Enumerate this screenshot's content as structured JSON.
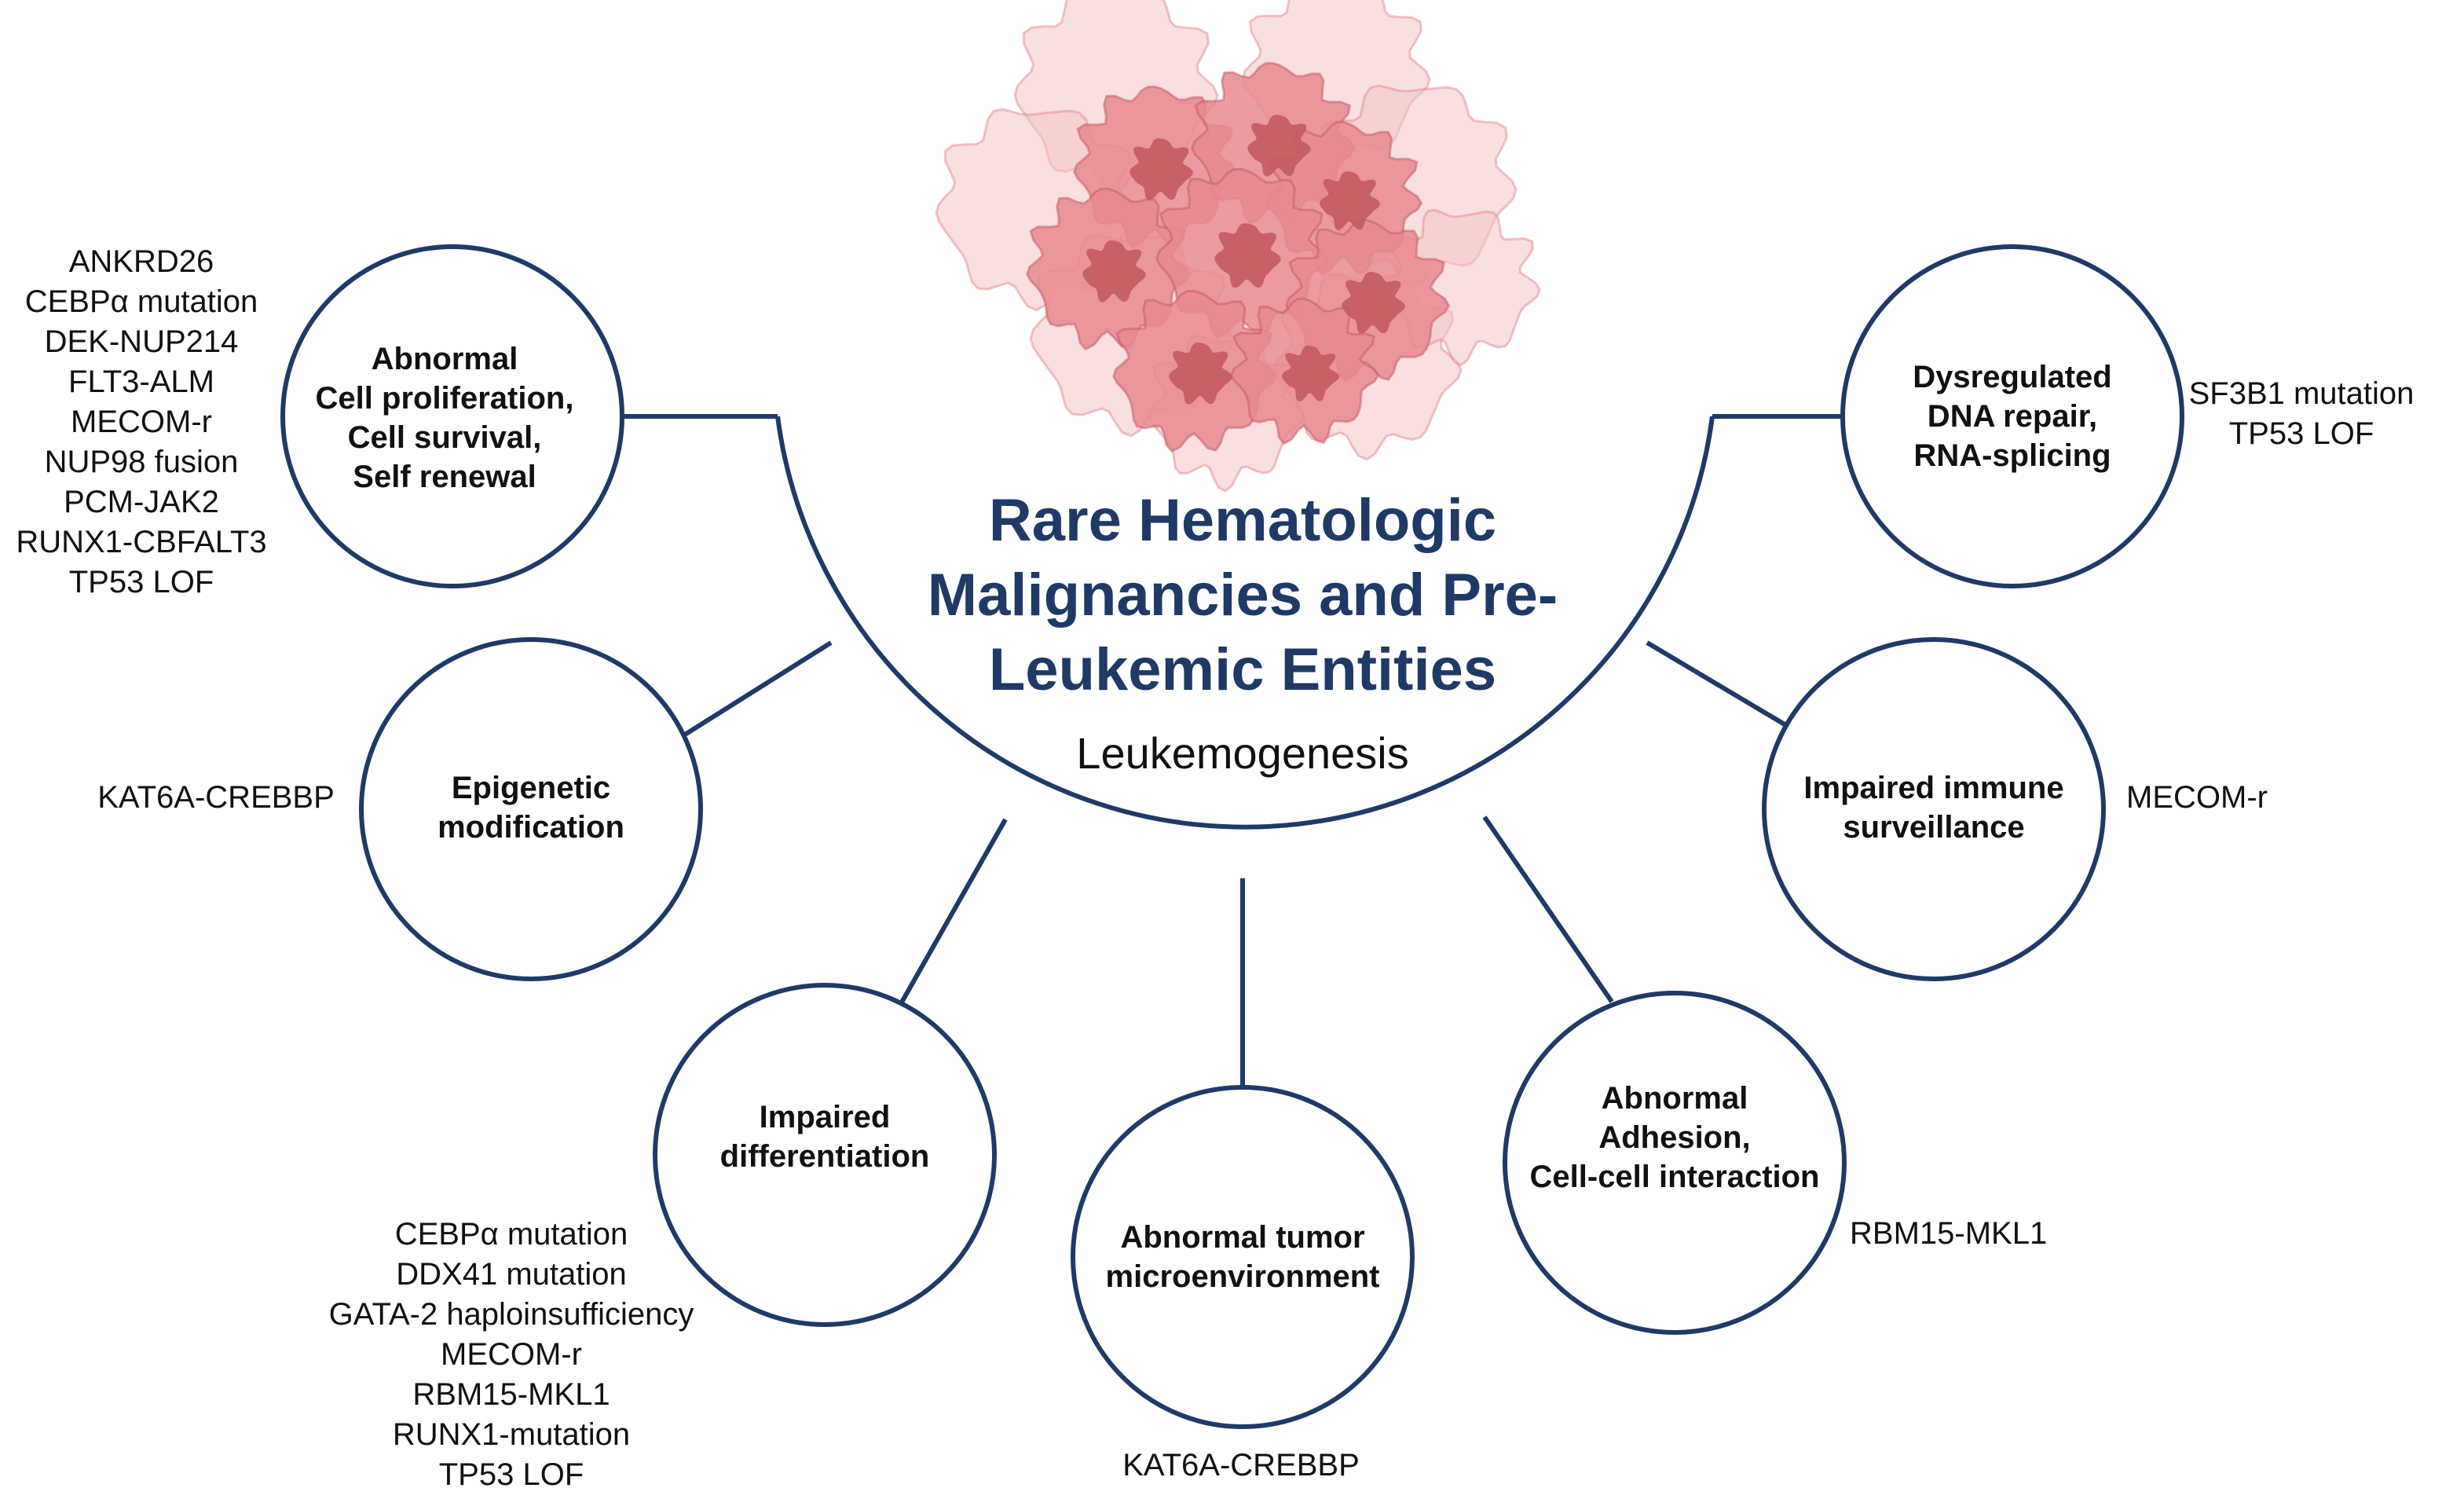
{
  "colors": {
    "navy": "#1f3a66",
    "text": "#111111",
    "cell_fill": "#e8898e",
    "cell_light": "#f4c5c7",
    "cell_nucleus": "#c55a62"
  },
  "title_lines": [
    "Rare Hematologic",
    "Malignancies and Pre-",
    "Leukemic Entities"
  ],
  "subtitle": "Leukemogenesis",
  "illustration": "cancer-cell-cluster",
  "nodes": [
    {
      "id": "proliferation",
      "label_lines": [
        "Abnormal",
        "Cell proliferation,",
        "Cell survival,",
        "Self renewal"
      ],
      "genes": [
        "ANKRD26",
        "CEBPα mutation",
        "DEK-NUP214",
        "FLT3-ALM",
        "MECOM-r",
        "NUP98 fusion",
        "PCM-JAK2",
        "RUNX1-CBFALT3",
        "TP53 LOF"
      ]
    },
    {
      "id": "epigenetic",
      "label_lines": [
        "Epigenetic",
        "modification"
      ],
      "genes": [
        "KAT6A-CREBBP"
      ]
    },
    {
      "id": "differentiation",
      "label_lines": [
        "Impaired",
        "differentiation"
      ],
      "genes": [
        "CEBPα mutation",
        "DDX41 mutation",
        "GATA-2 haploinsufficiency",
        "MECOM-r",
        "RBM15-MKL1",
        "RUNX1-mutation",
        "TP53 LOF"
      ]
    },
    {
      "id": "microenvironment",
      "label_lines": [
        "Abnormal tumor",
        "microenvironment"
      ],
      "genes": [
        "KAT6A-CREBBP"
      ]
    },
    {
      "id": "adhesion",
      "label_lines": [
        "Abnormal",
        "Adhesion,",
        "Cell-cell interaction"
      ],
      "genes": [
        "RBM15-MKL1"
      ]
    },
    {
      "id": "immune",
      "label_lines": [
        "Impaired immune",
        "surveillance"
      ],
      "genes": [
        "MECOM-r"
      ]
    },
    {
      "id": "dna-repair",
      "label_lines": [
        "Dysregulated",
        "DNA repair,",
        "RNA-splicing"
      ],
      "genes": [
        "SF3B1 mutation",
        "TP53 LOF"
      ]
    }
  ]
}
